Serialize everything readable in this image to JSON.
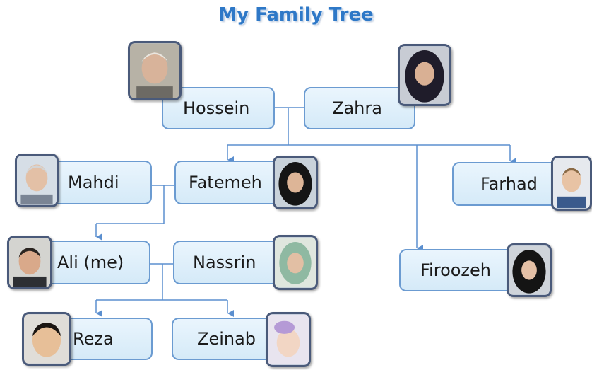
{
  "title": "My Family Tree",
  "members": {
    "hossein": "Hossein",
    "zahra": "Zahra",
    "mahdi": "Mahdi",
    "fatemeh": "Fatemeh",
    "farhad": "Farhad",
    "ali": "Ali (me)",
    "nassrin": "Nassrin",
    "firoozeh": "Firoozeh",
    "reza": "Reza",
    "zeinab": "Zeinab"
  },
  "colors": {
    "title": "#2e78c7",
    "box_border": "#6b9bd1",
    "box_fill": "#dcedf9",
    "connector": "#5b8fcf"
  }
}
